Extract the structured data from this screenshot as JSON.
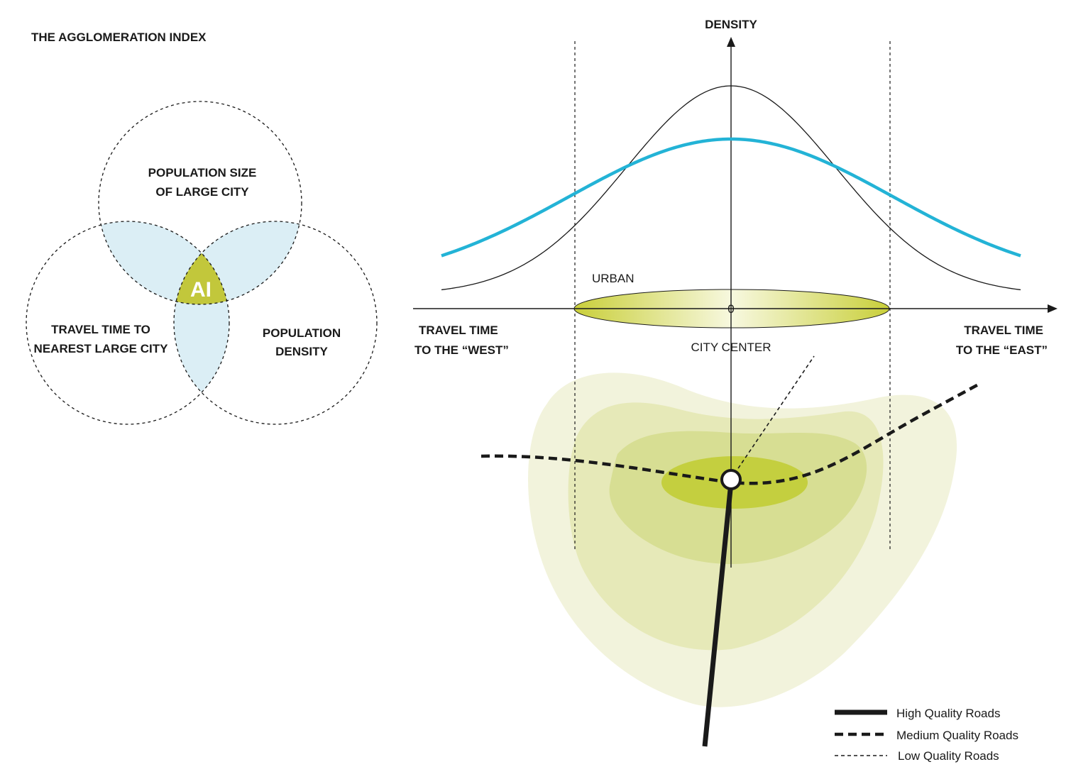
{
  "title": "THE AGGLOMERATION INDEX",
  "venn": {
    "top": [
      "POPULATION SIZE",
      "OF LARGE CITY"
    ],
    "left": [
      "TRAVEL TIME TO",
      "NEAREST LARGE CITY"
    ],
    "right": [
      "POPULATION",
      "DENSITY"
    ],
    "center": "AI"
  },
  "chart": {
    "yaxis_label": "DENSITY",
    "origin_label": "0",
    "urban_label": "URBAN",
    "center_label": "CITY CENTER",
    "west_label": [
      "TRAVEL TIME",
      "TO THE “WEST”"
    ],
    "east_label": [
      "TRAVEL TIME",
      "TO THE “EAST”"
    ]
  },
  "legend": [
    {
      "label": "High Quality Roads",
      "style": "solid"
    },
    {
      "label": "Medium Quality Roads",
      "style": "medium-dash"
    },
    {
      "label": "Low Quality Roads",
      "style": "fine-dash"
    }
  ],
  "colors": {
    "venn_overlap": "#dbeef5",
    "ai_fill": "#c2c73b",
    "curve_blue": "#23b3d6",
    "zone_light": "#f2f3dc",
    "zone_mid": "#e6e9b8",
    "zone_dark": "#d7de93",
    "zone_core": "#c4cf3f",
    "line": "#1a1a1a"
  }
}
